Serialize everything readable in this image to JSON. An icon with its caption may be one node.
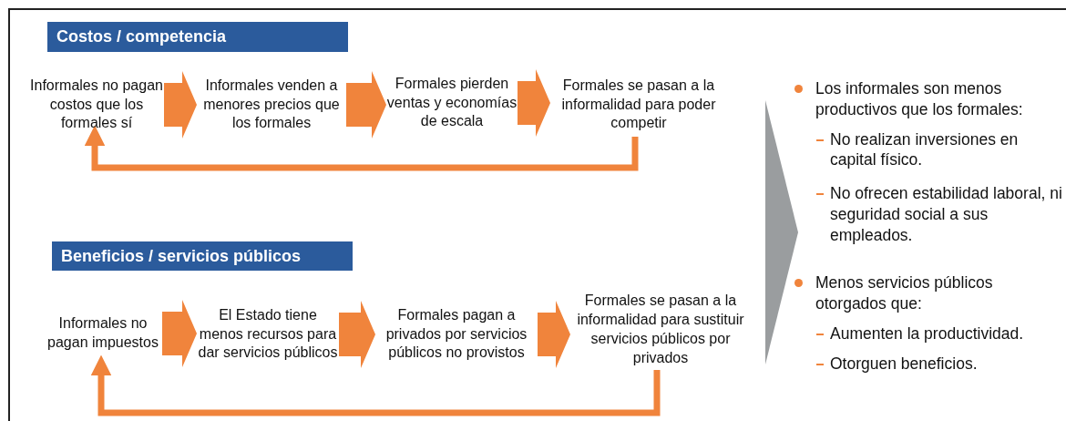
{
  "diagram": {
    "nodes": [
      {
        "text": [
          "Costos / competencia"
        ]
      },
      {
        "text": [
          "Informales no pagan costos que los formales sí"
        ]
      },
      {
        "text": [
          "Informales venden a menores precios que los formales"
        ]
      },
      {
        "text": [
          "Formales pierden ventas y economías de escala"
        ]
      },
      {
        "text": [
          "Formales se pasan a la informalidad para poder competir"
        ]
      },
      {
        "text": [
          "Beneficios / servicios públicos"
        ]
      },
      {
        "text": [
          "Informales no pagan impuestos"
        ]
      },
      {
        "text": [
          "El Estado tiene menos recursos para dar servicios públicos"
        ]
      },
      {
        "text": [
          "Formales pagan a privados por servicios públicos no provistos"
        ]
      },
      {
        "text": [
          "Formales se pasan a la informalidad para sustituir servicios públicos por privados"
        ]
      },
      {
        "text": [],
        "shape": "chevron"
      }
    ],
    "edges": [
      {
        "from": 1,
        "to": 2,
        "arrow": "to",
        "style": "thick"
      },
      {
        "from": 2,
        "to": 3,
        "arrow": "to",
        "style": "thick"
      },
      {
        "from": 3,
        "to": 4,
        "arrow": "to",
        "style": "thick"
      },
      {
        "from": 4,
        "to": 1,
        "arrow": "to"
      },
      {
        "from": 6,
        "to": 7,
        "arrow": "to",
        "style": "thick"
      },
      {
        "from": 7,
        "to": 8,
        "arrow": "to",
        "style": "thick"
      },
      {
        "from": 8,
        "to": 9,
        "arrow": "to",
        "style": "thick"
      },
      {
        "from": 9,
        "to": 6,
        "arrow": "to"
      }
    ],
    "labels": [
      "Los informales son menos productivos que los formales:",
      "No realizan inversiones en capital físico.",
      "No ofrecen estabilidad laboral, ni seguridad social a sus empleados.",
      "Menos servicios públicos otorgados que:",
      "Aumenten la productividad.",
      "Otorguen beneficios."
    ]
  }
}
